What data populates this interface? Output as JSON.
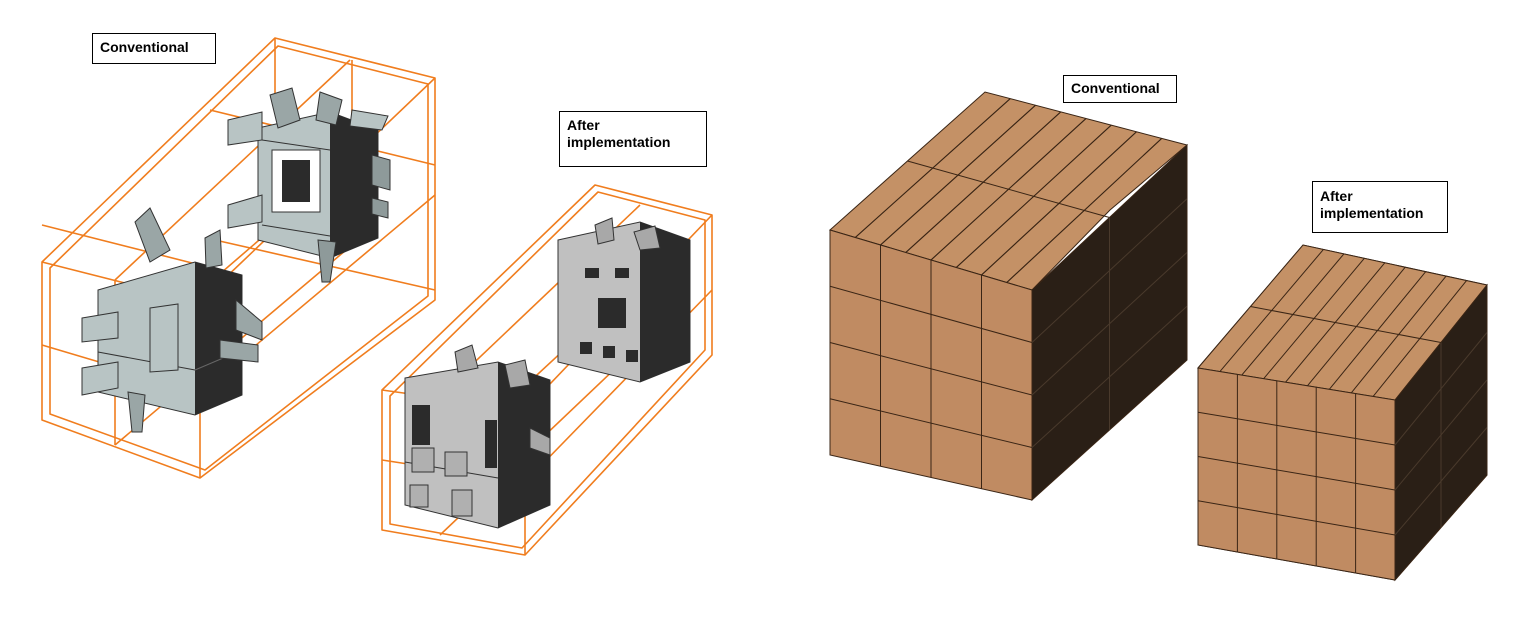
{
  "labels": {
    "left_conventional": "Conventional",
    "left_after": "After\nimplementation",
    "right_conventional": "Conventional",
    "right_after": "After\nimplementation"
  },
  "colors": {
    "frame": "#f07d1e",
    "part_light": "#b8c4c4",
    "part_mid": "#8e9a9a",
    "part_dark": "#2b2b2b",
    "part_grey": "#c0c0c0",
    "box_front": "#c08b62",
    "box_top": "#c49166",
    "box_side": "#2a1f16",
    "box_line": "#3a2515"
  }
}
